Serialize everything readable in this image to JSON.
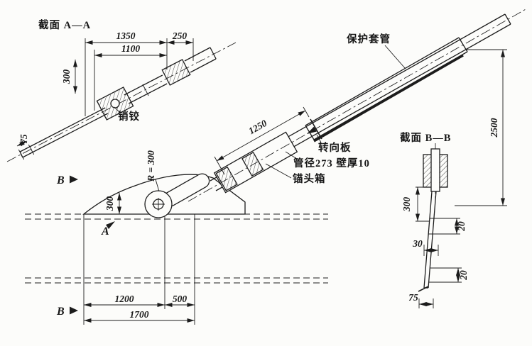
{
  "drawing": {
    "section_aa_title": "截面 A—A",
    "section_bb_title": "截面 B—B",
    "labels": {
      "pin_hinge": "销铰",
      "protective_sleeve": "保护套管",
      "deflection_plate": "转向板",
      "pipe_spec": "管径273 壁厚10",
      "anchor_box": "锚头箱",
      "radius": "R = 300"
    },
    "section_markers": {
      "a": "A",
      "b_left": "B",
      "b_bottom": "B"
    },
    "dimensions": {
      "aa_1350": "1350",
      "aa_250": "250",
      "aa_1100": "1100",
      "aa_300": "300",
      "aa_75": "75",
      "main_1250": "1250",
      "main_2500": "2500",
      "main_300": "300",
      "main_1200": "1200",
      "main_500": "500",
      "main_1700": "1700",
      "bb_300": "300",
      "bb_20_top": "20",
      "bb_30": "30",
      "bb_20_bottom": "20",
      "bb_75": "75"
    },
    "colors": {
      "ink": "#1c1c1c",
      "paper": "#fcfcfa"
    }
  }
}
